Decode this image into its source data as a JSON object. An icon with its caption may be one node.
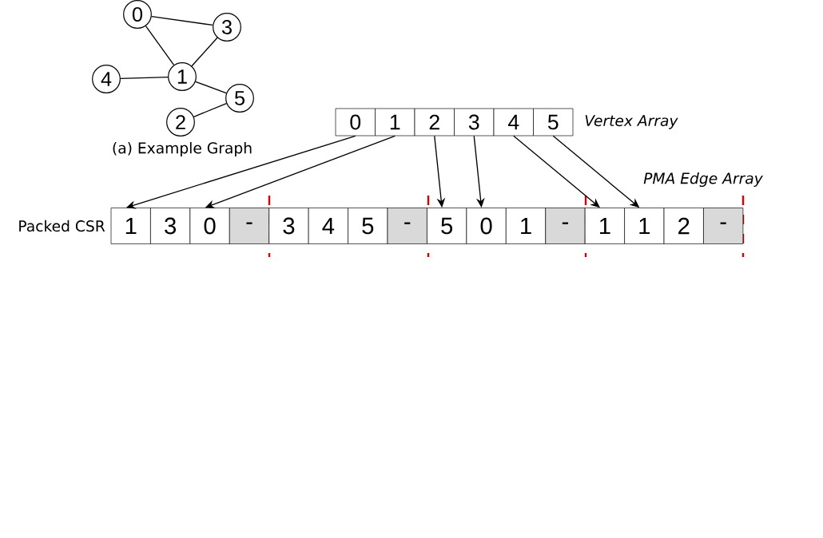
{
  "diagram": {
    "nodes": [
      {
        "text": [
          "0"
        ]
      },
      {
        "text": [
          "1"
        ]
      },
      {
        "text": [
          "2"
        ]
      },
      {
        "text": [
          "3"
        ]
      },
      {
        "text": [
          "4"
        ]
      },
      {
        "text": [
          "5"
        ]
      },
      {
        "text": [
          "0"
        ]
      },
      {
        "text": [
          "1"
        ]
      },
      {
        "text": [
          "2"
        ]
      },
      {
        "text": [
          "3"
        ]
      },
      {
        "text": [
          "4"
        ]
      },
      {
        "text": [
          "5"
        ]
      },
      {
        "text": [
          "1"
        ]
      },
      {
        "text": [
          "3"
        ]
      },
      {
        "text": [
          "0"
        ]
      },
      {
        "text": [
          "-"
        ]
      },
      {
        "text": [
          "3"
        ]
      },
      {
        "text": [
          "4"
        ]
      },
      {
        "text": [
          "5"
        ]
      },
      {
        "text": [
          "-"
        ]
      },
      {
        "text": [
          "5"
        ]
      },
      {
        "text": [
          "0"
        ]
      },
      {
        "text": [
          "1"
        ]
      },
      {
        "text": [
          "-"
        ]
      },
      {
        "text": [
          "1"
        ]
      },
      {
        "text": [
          "1"
        ]
      },
      {
        "text": [
          "2"
        ]
      },
      {
        "text": [
          "-"
        ]
      }
    ],
    "edges": [
      {
        "from": 0,
        "to": 3,
        "arrow": "none"
      },
      {
        "from": 0,
        "to": 1,
        "arrow": "none"
      },
      {
        "from": 1,
        "to": 3,
        "arrow": "none"
      },
      {
        "from": 4,
        "to": 1,
        "arrow": "none"
      },
      {
        "from": 1,
        "to": 5,
        "arrow": "none"
      },
      {
        "from": 2,
        "to": 5,
        "arrow": "none"
      },
      {
        "from": 6,
        "to": 12,
        "arrow": "to"
      },
      {
        "from": 7,
        "to": 14,
        "arrow": "to"
      },
      {
        "from": 8,
        "to": 20,
        "arrow": "to"
      },
      {
        "from": 9,
        "to": 21,
        "arrow": "to"
      },
      {
        "from": 10,
        "to": 24,
        "arrow": "to"
      },
      {
        "from": 11,
        "to": 25,
        "arrow": "to"
      }
    ],
    "labels": [
      "(a) Example Graph",
      "Vertex Array",
      "PMA Edge Array",
      "Packed CSR"
    ]
  }
}
